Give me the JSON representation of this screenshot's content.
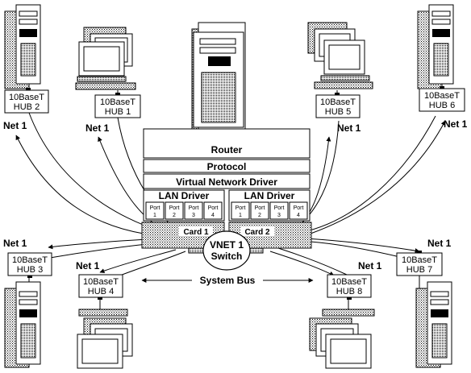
{
  "hubs": [
    {
      "id": "hub2",
      "line1": "10BaseT",
      "line2": "HUB 2"
    },
    {
      "id": "hub1",
      "line1": "10BaseT",
      "line2": "HUB 1"
    },
    {
      "id": "hub5",
      "line1": "10BaseT",
      "line2": "HUB 5"
    },
    {
      "id": "hub6",
      "line1": "10BaseT",
      "line2": "HUB 6"
    },
    {
      "id": "hub3",
      "line1": "10BaseT",
      "line2": "HUB 3"
    },
    {
      "id": "hub4",
      "line1": "10BaseT",
      "line2": "HUB 4"
    },
    {
      "id": "hub8",
      "line1": "10BaseT",
      "line2": "HUB 8"
    },
    {
      "id": "hub7",
      "line1": "10BaseT",
      "line2": "HUB 7"
    }
  ],
  "net_label": "Net 1",
  "stack": {
    "router": "Router",
    "protocol": "Protocol",
    "vnd": "Virtual Network Driver",
    "lan_driver": "LAN Driver",
    "port_word": "Port",
    "port_numbers": [
      "1",
      "2",
      "3",
      "4"
    ],
    "card1": "Card 1",
    "card2": "Card 2"
  },
  "switch": {
    "line1": "VNET 1",
    "line2": "Switch"
  },
  "system_bus": "System Bus",
  "colors": {
    "ink": "#000000",
    "paper": "#ffffff",
    "shade": "#9a9a9a"
  }
}
